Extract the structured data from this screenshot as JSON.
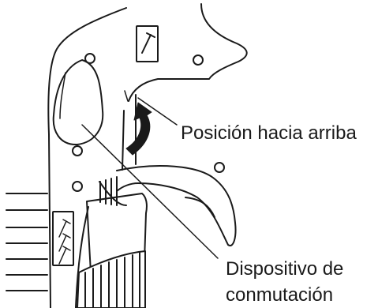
{
  "callouts": {
    "position_up": "Posición hacia arriba",
    "switch_device_line1": "Dispositivo de",
    "switch_device_line2": "conmutación"
  },
  "icons": [
    "nail-icon",
    "staple-icon",
    "rotation-arrow-icon"
  ],
  "colors": {
    "ink": "#1a1a1a",
    "background": "#ffffff"
  }
}
